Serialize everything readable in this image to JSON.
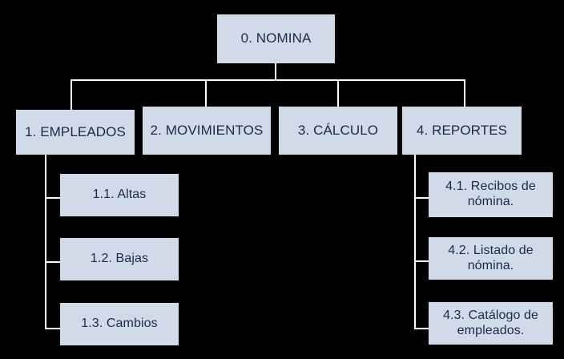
{
  "diagram": {
    "type": "organizational-tree",
    "title": "0. NOMINA",
    "colors": {
      "background": "#000000",
      "node_fill": "#d0dae8",
      "node_text": "#1b2a4a",
      "connector": "#ffffff"
    },
    "root": {
      "id": "0",
      "label": "0. NOMINA"
    },
    "level1": [
      {
        "id": "1",
        "label": "1. EMPLEADOS"
      },
      {
        "id": "2",
        "label": "2. MOVIMIENTOS"
      },
      {
        "id": "3",
        "label": "3. CÁLCULO"
      },
      {
        "id": "4",
        "label": "4. REPORTES"
      }
    ],
    "empleados_children": [
      {
        "id": "1.1",
        "label": "1.1. Altas"
      },
      {
        "id": "1.2",
        "label": "1.2. Bajas"
      },
      {
        "id": "1.3",
        "label": "1.3. Cambios"
      }
    ],
    "reportes_children": [
      {
        "id": "4.1",
        "label": "4.1. Recibos de nómina."
      },
      {
        "id": "4.2",
        "label": "4.2. Listado de nómina."
      },
      {
        "id": "4.3",
        "label": "4.3. Catálogo de empleados."
      }
    ]
  }
}
